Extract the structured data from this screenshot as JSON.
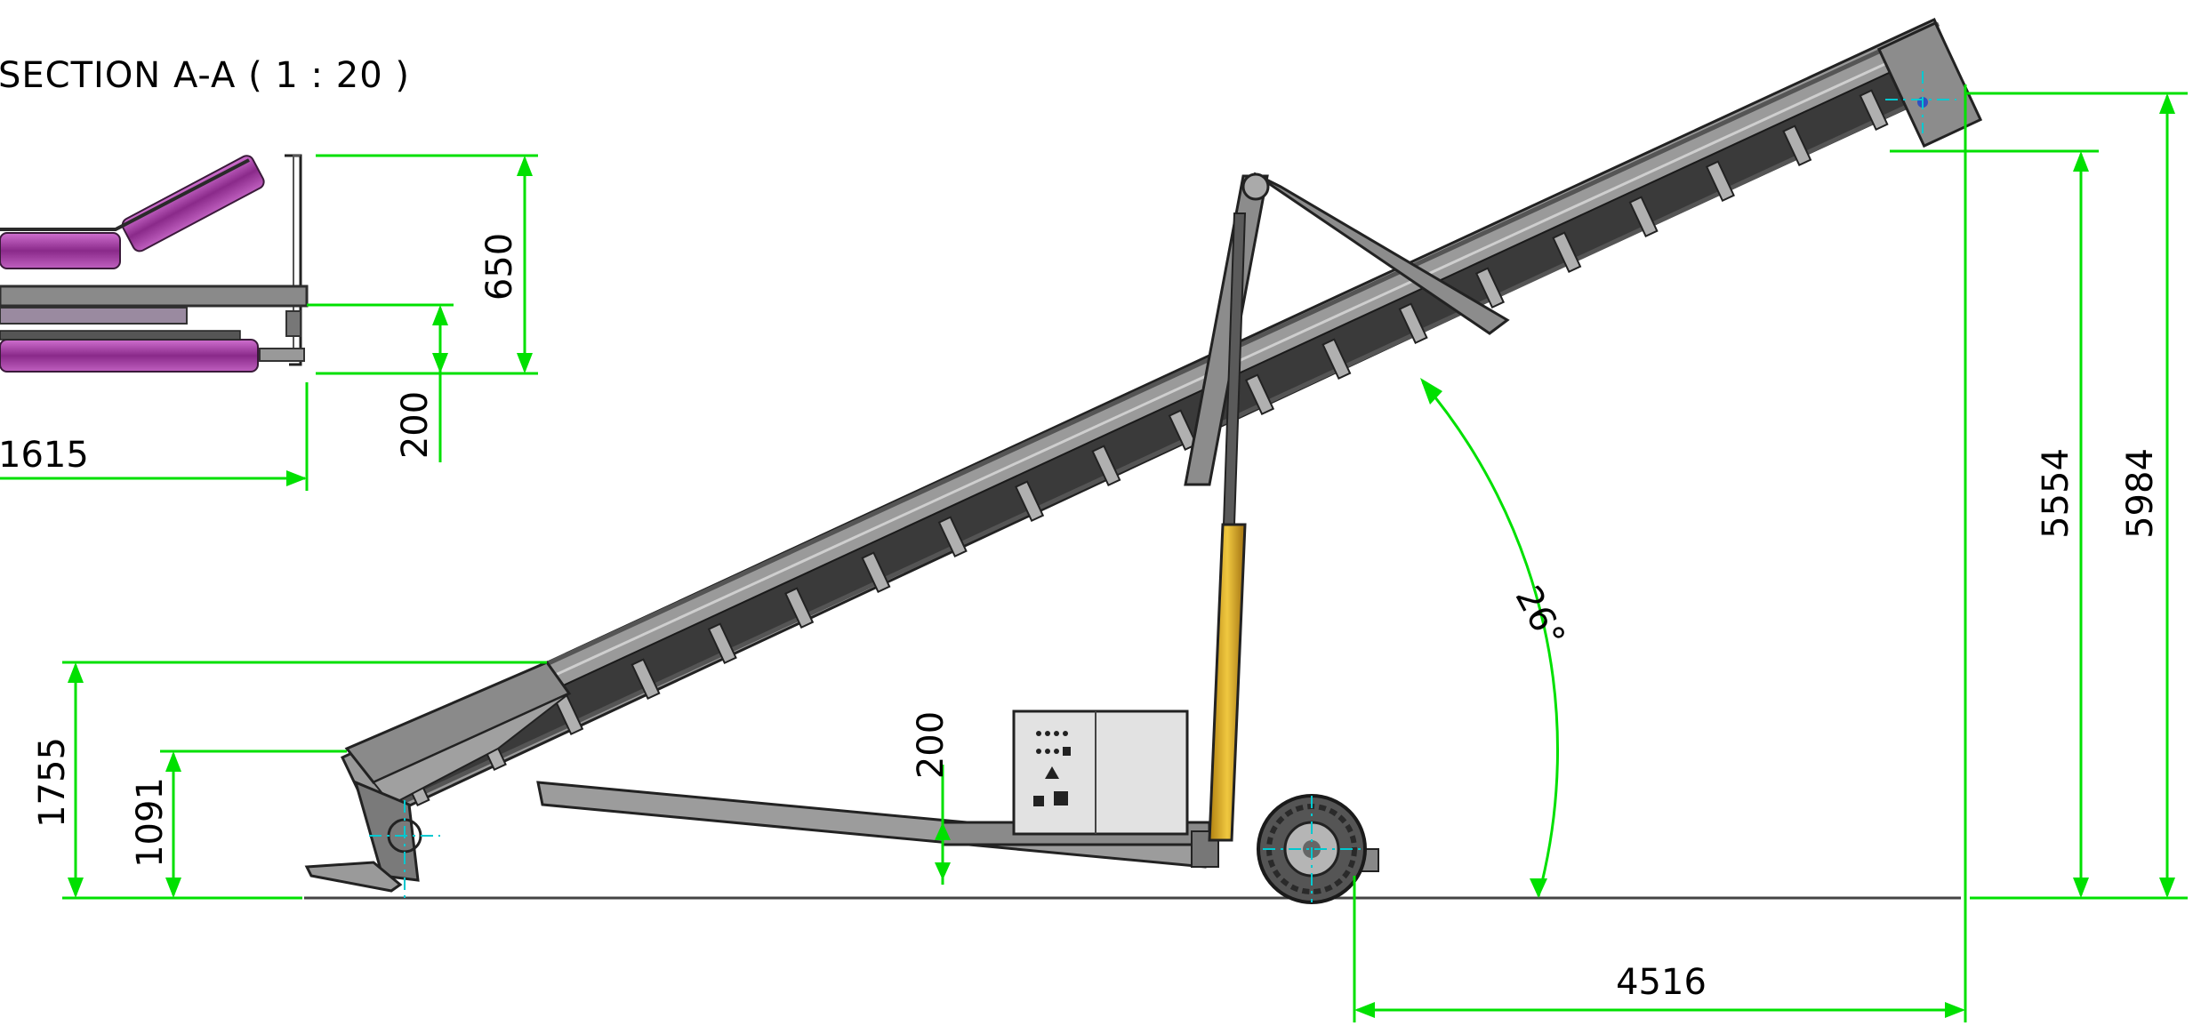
{
  "section_title": "SECTION A-A ( 1 : 20 )",
  "dimensions": {
    "section_height": "650",
    "section_offset": "200",
    "section_width": "1615",
    "hopper_height": "1755",
    "feed_height": "1091",
    "frame_clearance": "200",
    "incline_angle": "26°",
    "discharge_height_inner": "5554",
    "discharge_height_outer": "5984",
    "horizontal_reach": "4516"
  },
  "colors": {
    "dimension_lines": "#00e000",
    "frame": "#8a8a8a",
    "belt": "#3a3a3a",
    "hydraulic_cylinder": "#e0b020",
    "roller_highlight": "#b030b0",
    "center_lines": "#00c8d0"
  },
  "icons": {
    "control_box": "electrical-control-panel",
    "wheel": "pneumatic-wheel"
  }
}
